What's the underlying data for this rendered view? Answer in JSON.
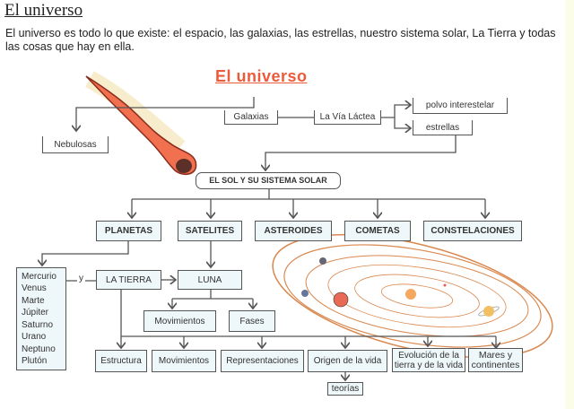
{
  "page_title": "El universo",
  "intro": "El universo es todo lo que existe: el espacio, las galaxias, las estrellas, nuestro sistema solar, La Tierra y todas las cosas que hay en ella.",
  "diagram": {
    "title": "El universo",
    "nebulosas": "Nebulosas",
    "galaxias": "Galaxias",
    "via_lactea": "La Vía Láctea",
    "polvo": "polvo interestelar",
    "estrellas": "estrellas",
    "sol": "EL SOL Y SU SISTEMA SOLAR",
    "categories": [
      "PLANETAS",
      "SATELITES",
      "ASTEROIDES",
      "COMETAS",
      "CONSTELACIONES"
    ],
    "planets": [
      "Mercurio",
      "Venus",
      "Marte",
      "Júpiter",
      "Saturno",
      "Urano",
      "Neptuno",
      "Plutón"
    ],
    "y": "y",
    "tierra": "LA TIERRA",
    "luna": "LUNA",
    "luna_children": [
      "Movimientos",
      "Fases"
    ],
    "tierra_children": [
      "Estructura",
      "Movimientos",
      "Representaciones",
      "Origen de la vida",
      "Evolución de la tierra y de la vida",
      "Mares y continentes"
    ],
    "teorias": "teorías"
  },
  "colors": {
    "title_accent": "#ec5a3c",
    "box_fill": "#eef7fa",
    "orbit": "#d9884f"
  }
}
